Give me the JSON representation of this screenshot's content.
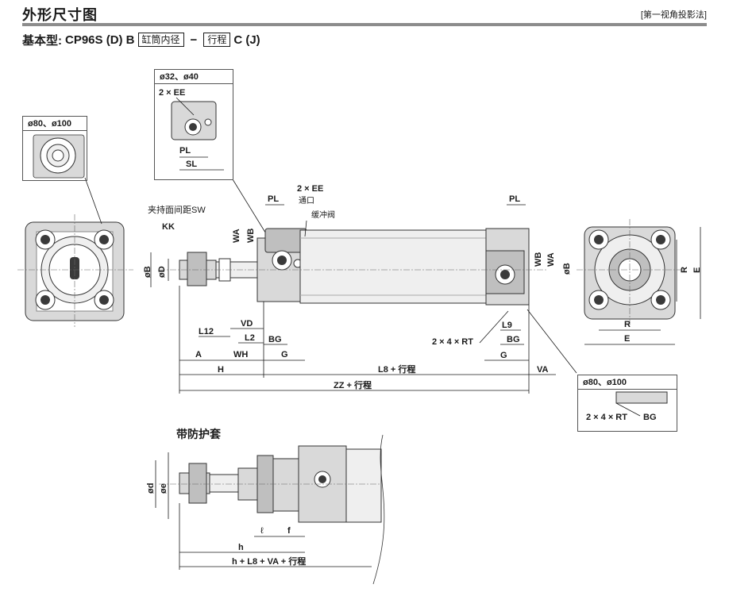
{
  "header": {
    "title": "外形尺寸图",
    "projection_note": "[第一视角投影法]"
  },
  "subtitle": {
    "prefix": "基本型: ",
    "model": "CP96S (D) B",
    "bore_box": "缸筒内径",
    "dash": "−",
    "stroke_box": "行程",
    "suffix": "C (J)"
  },
  "insets": {
    "bore_80_100_left": "ø80、ø100",
    "bore_32_40": "ø32、ø40",
    "bore_80_100_right": "ø80、ø100"
  },
  "labels": {
    "ee_32": "2 × EE",
    "pl_32": "PL",
    "sl_32": "SL",
    "sw": "夹持面间距SW",
    "kk": "KK",
    "wa": "WA",
    "wb": "WB",
    "b": "øB",
    "d": "øD",
    "pl_top": "PL",
    "ee_main": "2 × EE",
    "port": "通口",
    "cushion": "缓冲阀",
    "pl_rear": "PL",
    "wb_rear": "WB",
    "wa_rear": "WA",
    "b_rear": "øB",
    "l12": "L12",
    "vd": "VD",
    "l2": "L2",
    "bg": "BG",
    "a": "A",
    "wh": "WH",
    "g": "G",
    "h": "H",
    "l8_stroke": "L8 + 行程",
    "va": "VA",
    "zz_stroke": "ZZ + 行程",
    "rt": "2 × 4 × RT",
    "l9": "L9",
    "bg_rear": "BG",
    "g_rear": "G",
    "r_side": "R",
    "e_side": "E",
    "r_bottom": "R",
    "e_bottom": "E",
    "rt_inset": "2 × 4 × RT",
    "bg_inset": "BG"
  },
  "boot": {
    "title": "带防护套",
    "d": "ød",
    "e": "øe",
    "ell": "ℓ",
    "f": "f",
    "h": "h",
    "total": "h + L8 + VA + 行程"
  }
}
